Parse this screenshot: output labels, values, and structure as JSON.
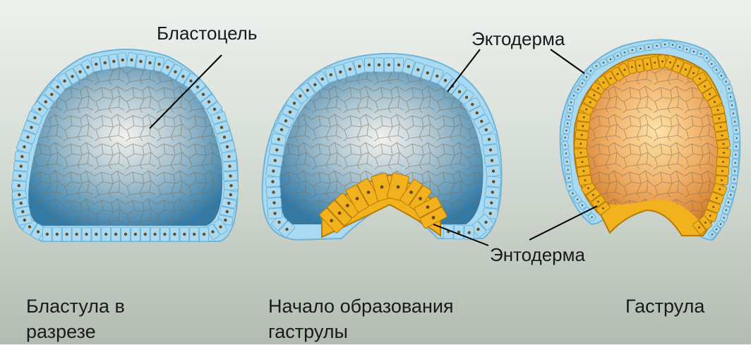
{
  "labels": {
    "blastocoel": "Бластоцель",
    "ectoderm": "Эктодерма",
    "endoderm": "Энтодерма"
  },
  "captions": {
    "blastula_line1": "Бластула в",
    "blastula_line2": "разрезе",
    "early_line1": "Начало образования",
    "early_line2": "гаструлы",
    "gastrula": "Гаструла"
  },
  "colors": {
    "ectoderm_cell": "#a9daf2",
    "ectoderm_edge": "#6fb4d6",
    "endoderm_cell": "#f2b21e",
    "endoderm_edge": "#b57a08",
    "blastocoel_light": "#f4f2ee",
    "blastocoel_dark": "#2f7aa8",
    "gastrocoel_light": "#fde3a8",
    "gastrocoel_dark": "#d57e2e",
    "nucleus": "#6a4a1c"
  }
}
